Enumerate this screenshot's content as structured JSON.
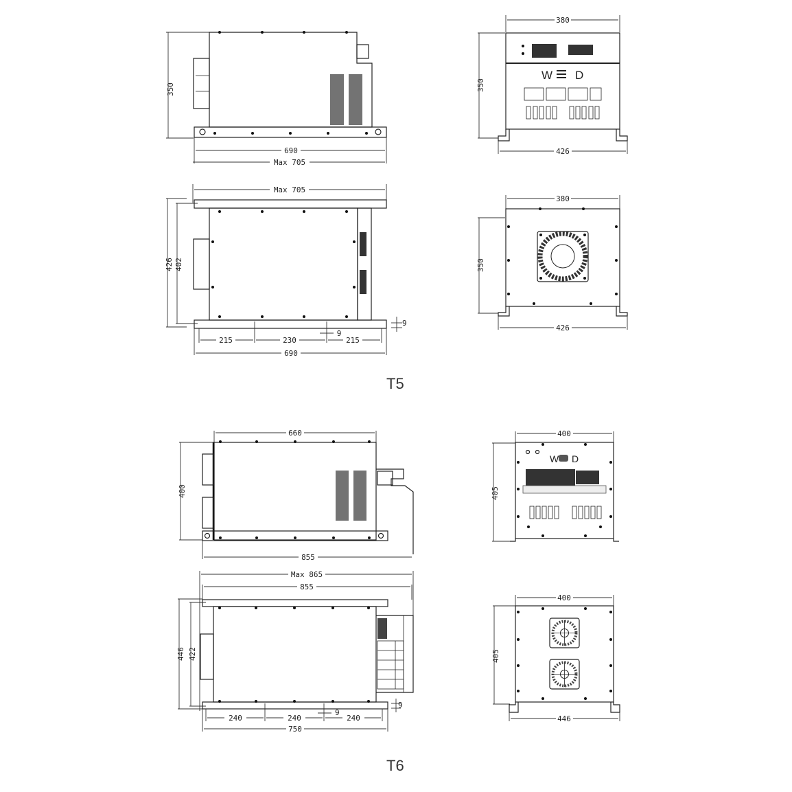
{
  "models": [
    {
      "label": "T5",
      "side_view": {
        "height": "350",
        "body_length": "690",
        "max_length": "Max 705"
      },
      "front_view": {
        "top_width": "380",
        "height": "350",
        "base_width": "426",
        "logo_left": "W",
        "logo_right": "D"
      },
      "top_view": {
        "max_length": "Max 705",
        "outer_width": "426",
        "inner_width": "402",
        "slot_a": "215",
        "slot_b": "230",
        "slot_c": "215",
        "slot_width": "9",
        "hole_offset": "9",
        "total_length": "690"
      },
      "rear_view": {
        "top_width": "380",
        "height": "350",
        "base_width": "426"
      }
    },
    {
      "label": "T6",
      "side_view": {
        "top_length": "660",
        "height": "400",
        "total_length": "855"
      },
      "front_view": {
        "top_width": "400",
        "height": "405",
        "logo_left": "W",
        "logo_right": "D"
      },
      "top_view": {
        "max_length": "Max 865",
        "length": "855",
        "outer_width": "446",
        "inner_width": "422",
        "slot_a": "240",
        "slot_b": "240",
        "slot_c": "240",
        "slot_width": "9",
        "hole_offset": "9",
        "total_length": "750"
      },
      "rear_view": {
        "top_width": "400",
        "height": "405",
        "base_width": "446"
      }
    }
  ]
}
